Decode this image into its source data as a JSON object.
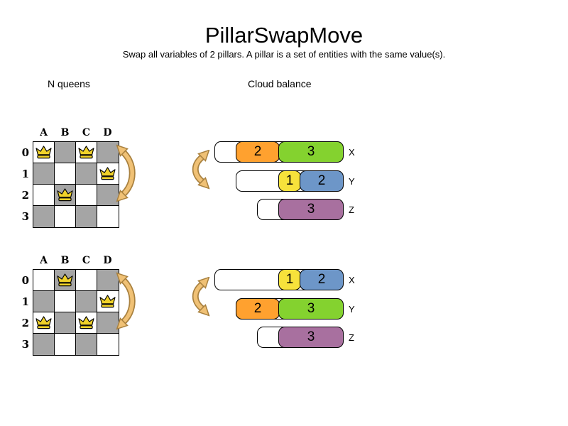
{
  "title": "PillarSwapMove",
  "subtitle": "Swap all variables of 2 pillars. A pillar is a set of entities with the same value(s).",
  "sections": {
    "left": "N queens",
    "right": "Cloud balance"
  },
  "colors": {
    "board_dark": "#a5a5a5",
    "board_light": "#ffffff",
    "queen_gold": "#f0d22a",
    "process_orange": "#ffa12f",
    "process_green": "#84d22f",
    "process_yellow": "#f7e23b",
    "process_blue": "#6d96c8",
    "process_purple": "#a8709f",
    "arrow_fill": "#f0c175",
    "arrow_outline": "#a9813f"
  },
  "boards": [
    {
      "id": "before",
      "col_labels": [
        "A",
        "B",
        "C",
        "D"
      ],
      "row_labels": [
        "0",
        "1",
        "2",
        "3"
      ],
      "queens": [
        {
          "col": 0,
          "row": 0
        },
        {
          "col": 2,
          "row": 0
        },
        {
          "col": 3,
          "row": 1
        },
        {
          "col": 1,
          "row": 2
        }
      ]
    },
    {
      "id": "after",
      "col_labels": [
        "A",
        "B",
        "C",
        "D"
      ],
      "row_labels": [
        "0",
        "1",
        "2",
        "3"
      ],
      "queens": [
        {
          "col": 1,
          "row": 0
        },
        {
          "col": 3,
          "row": 1
        },
        {
          "col": 0,
          "row": 2
        },
        {
          "col": 2,
          "row": 2
        }
      ]
    }
  ],
  "cloud": {
    "groups": [
      {
        "id": "before",
        "bars": [
          {
            "label": "X",
            "capacity": 6,
            "processes": [
              {
                "value": 2,
                "color": "process_orange"
              },
              {
                "value": 3,
                "color": "process_green"
              }
            ]
          },
          {
            "label": "Y",
            "capacity": 5,
            "processes": [
              {
                "value": 1,
                "color": "process_yellow"
              },
              {
                "value": 2,
                "color": "process_blue"
              }
            ]
          },
          {
            "label": "Z",
            "capacity": 4,
            "processes": [
              {
                "value": 3,
                "color": "process_purple"
              }
            ]
          }
        ]
      },
      {
        "id": "after",
        "bars": [
          {
            "label": "X",
            "capacity": 6,
            "processes": [
              {
                "value": 1,
                "color": "process_yellow"
              },
              {
                "value": 2,
                "color": "process_blue"
              }
            ]
          },
          {
            "label": "Y",
            "capacity": 5,
            "processes": [
              {
                "value": 2,
                "color": "process_orange"
              },
              {
                "value": 3,
                "color": "process_green"
              }
            ]
          },
          {
            "label": "Z",
            "capacity": 4,
            "processes": [
              {
                "value": 3,
                "color": "process_purple"
              }
            ]
          }
        ]
      }
    ]
  }
}
